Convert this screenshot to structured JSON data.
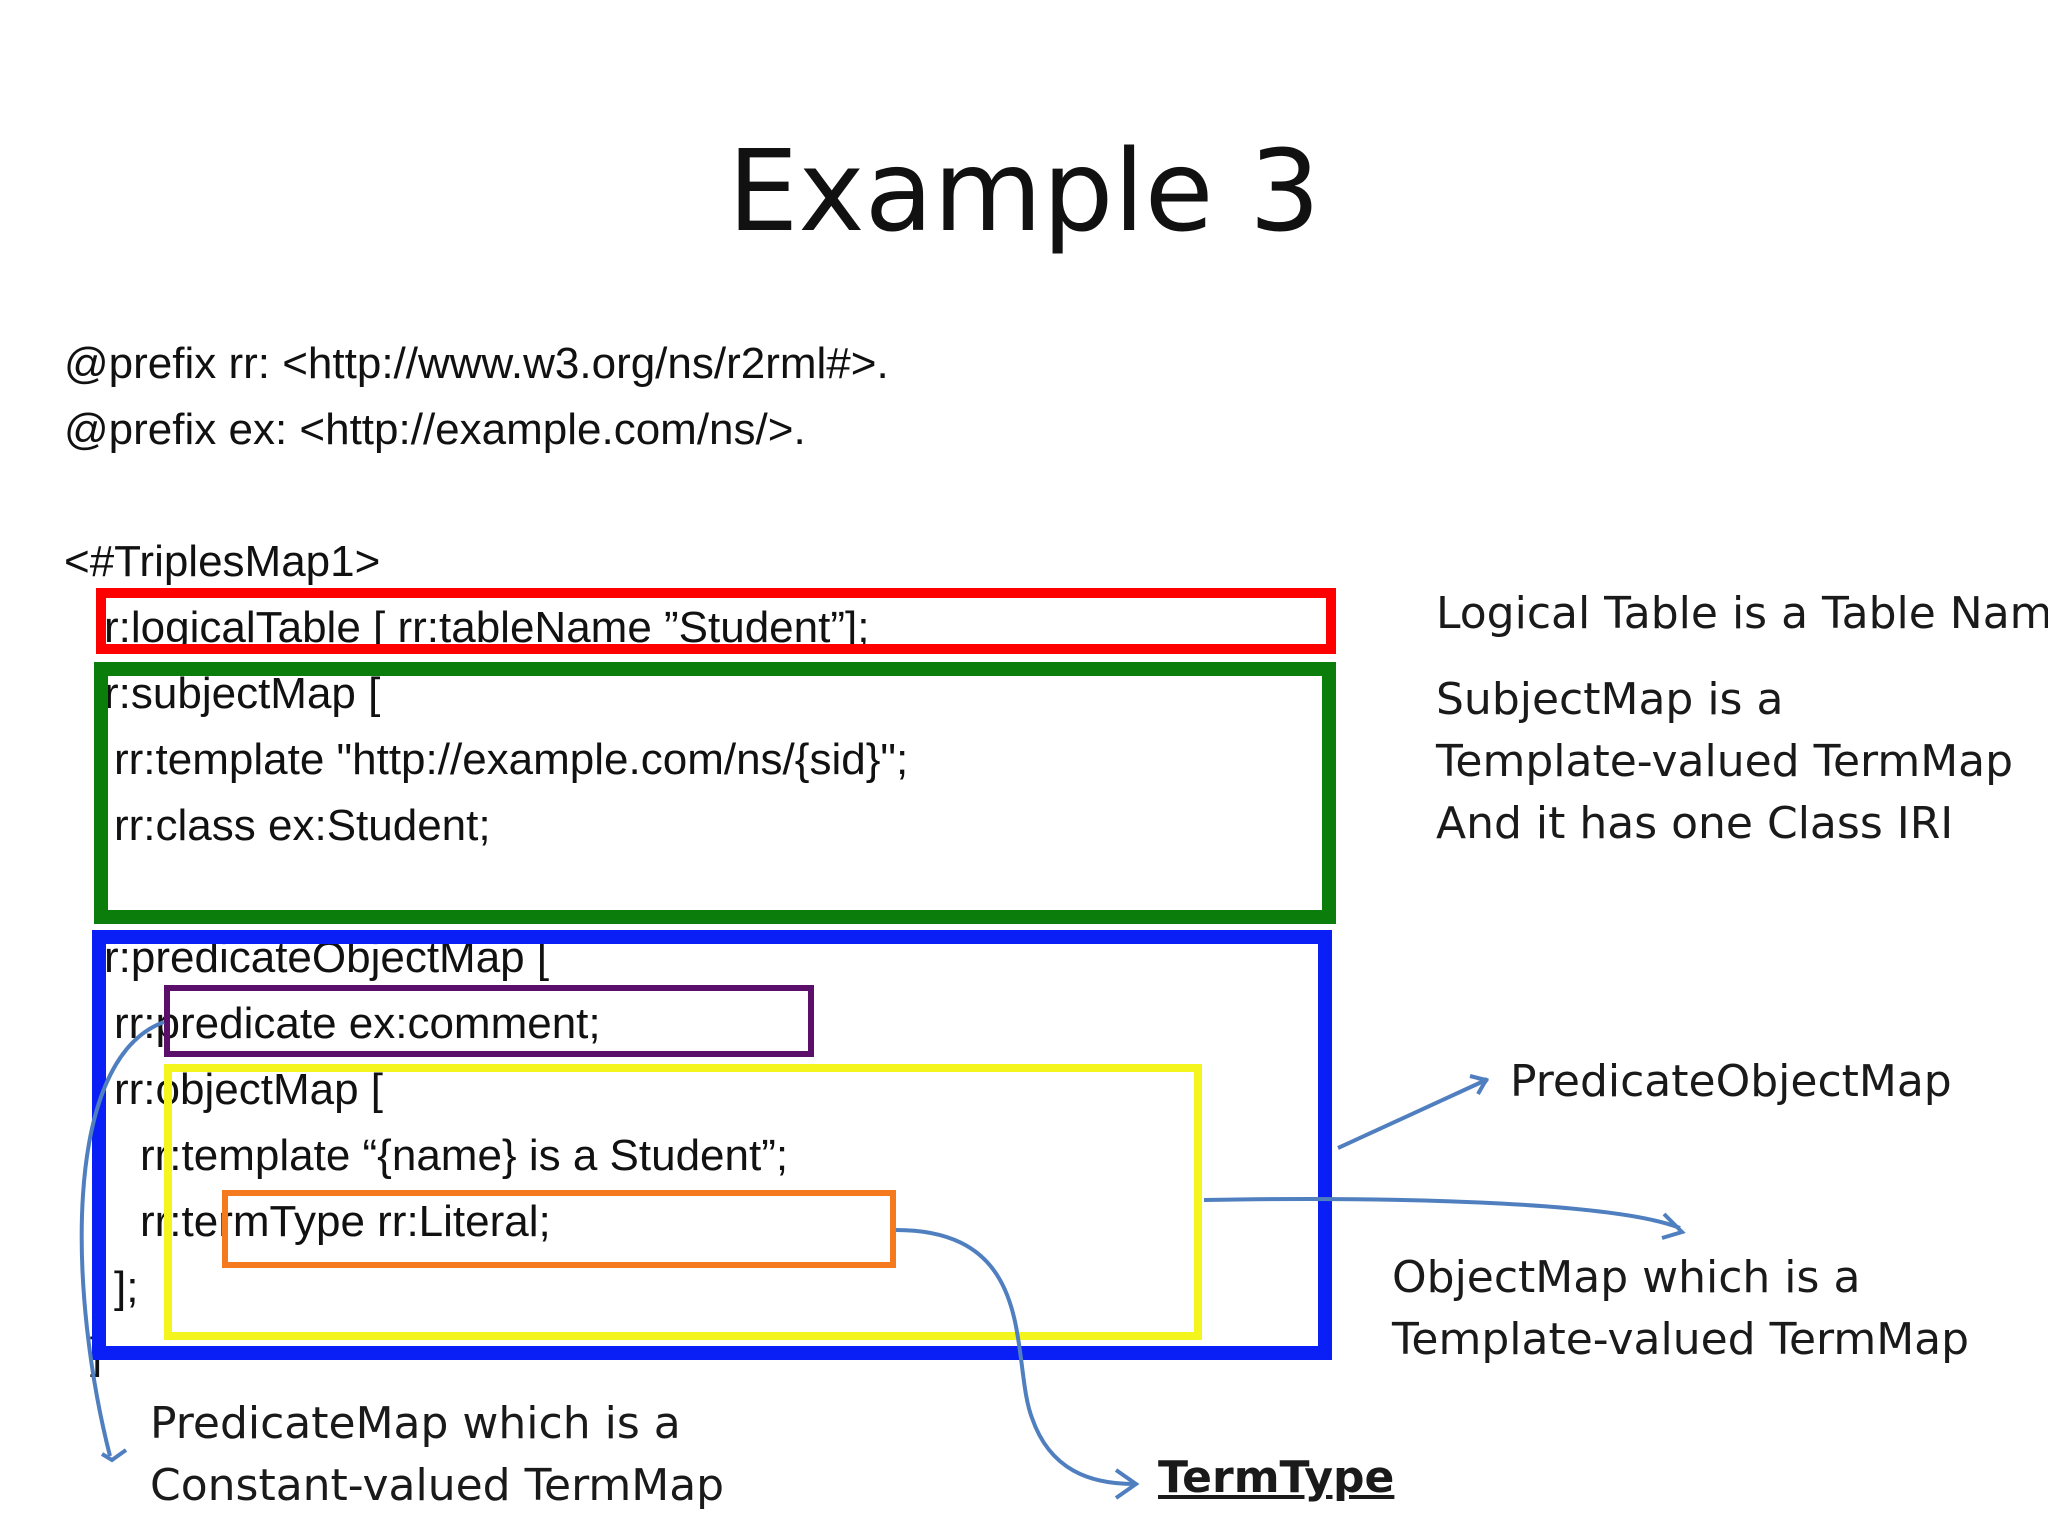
{
  "slide": {
    "title": "Example 3"
  },
  "code": {
    "prefix_rr": "@prefix rr: <http://www.w3.org/ns/r2rml#>.",
    "prefix_ex": "@prefix ex: <http://example.com/ns/>.",
    "triples_map": "<#TriplesMap1>",
    "logical_table": "r:logicalTable [ rr:tableName ”Student”];",
    "subject_map": "r:subjectMap [",
    "template": "rr:template \"http://example.com/ns/{sid}\";",
    "class": "rr:class ex:Student;",
    "subject_close": ";",
    "predicate_object_map": "r:predicateObjectMap [",
    "predicate": "rr:predicate ex:comment;",
    "object_map": "rr:objectMap [",
    "object_template": "rr:template “{name} is a Student”;",
    "term_type": "rr:termType rr:Literal;",
    "object_close": "];",
    "pom_close": "]"
  },
  "annotations": {
    "logical_table": "Logical Table is a Table Name",
    "subject_map_1": "SubjectMap is a",
    "subject_map_2": "Template-valued TermMap",
    "subject_map_3": "And it has one Class IRI",
    "predicate_object_map": "PredicateObjectMap",
    "object_map_1": "ObjectMap which is a",
    "object_map_2": "Template-valued TermMap",
    "predicate_map_1": "PredicateMap which is a",
    "predicate_map_2": "Constant-valued TermMap",
    "term_type": "TermType"
  },
  "colors": {
    "logical_table_box": "#ff0000",
    "subject_map_box": "#0b7d0b",
    "predicate_object_map_box": "#0a1ff5",
    "predicate_box": "#5c0e6b",
    "object_map_box": "#f5f51e",
    "term_type_box": "#f57a1e",
    "arrow": "#4f7fbf"
  }
}
